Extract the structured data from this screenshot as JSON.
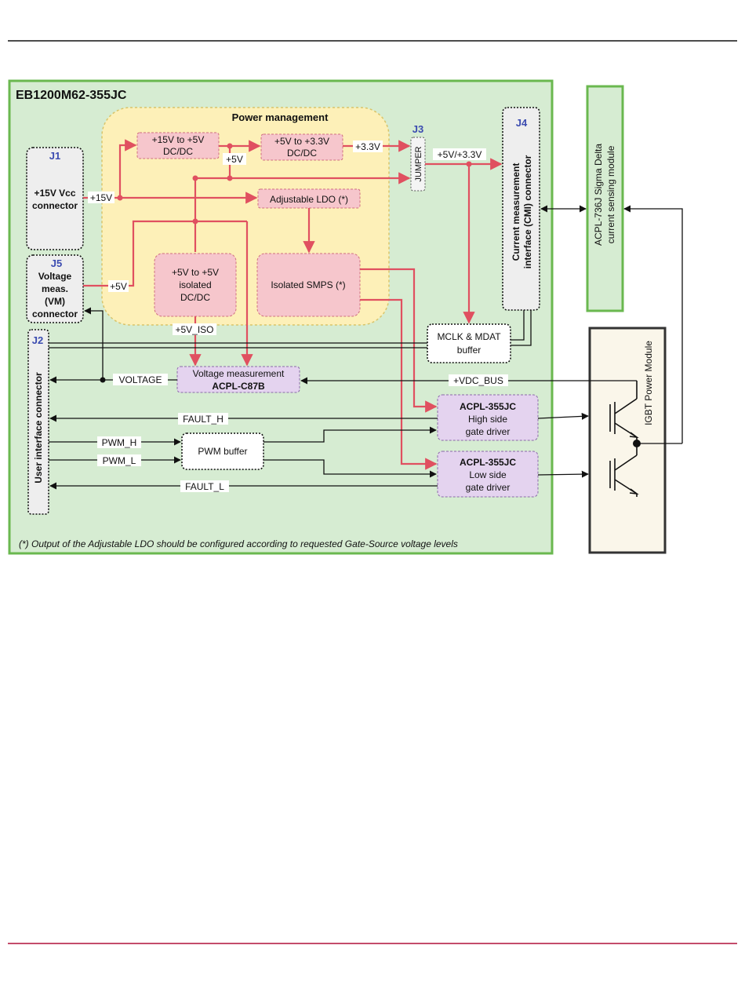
{
  "board": {
    "title": "EB1200M62-355JC",
    "footnote": "(*) Output of the Adjustable LDO should be configured according to requested Gate-Source voltage levels"
  },
  "power_management": {
    "title": "Power management",
    "dcdc_15_5": [
      "+15V to +5V",
      "DC/DC"
    ],
    "dcdc_5_33": [
      "+5V to +3.3V",
      "DC/DC"
    ],
    "ldo": "Adjustable LDO (*)",
    "iso_dcdc": [
      "+5V to +5V",
      "isolated",
      "DC/DC"
    ],
    "smps": "Isolated SMPS (*)"
  },
  "connectors": {
    "j1": {
      "id": "J1",
      "lines": [
        "+15V Vcc",
        "connector"
      ]
    },
    "j5": {
      "id": "J5",
      "lines": [
        "Voltage",
        "meas.",
        "(VM)",
        "connector"
      ]
    },
    "j2": {
      "id": "J2",
      "label": "User interface connector"
    },
    "j3": {
      "id": "J3",
      "label": "JUMPER"
    },
    "j4": {
      "id": "J4",
      "lines": [
        "Current measurement",
        "interface (CMI) connector"
      ]
    }
  },
  "blocks": {
    "mclk": [
      "MCLK & MDAT",
      "buffer"
    ],
    "vmeas": [
      "Voltage measurement",
      "ACPL-C87B"
    ],
    "high_driver": [
      "ACPL-355JC",
      "High side",
      "gate driver"
    ],
    "low_driver": [
      "ACPL-355JC",
      "Low side",
      "gate driver"
    ],
    "pwm_buffer": "PWM buffer"
  },
  "external": {
    "sigma_delta": [
      "ACPL-736J Sigma Delta",
      "current sensing module"
    ],
    "igbt": "IGBT Power Module"
  },
  "signals": {
    "v15": "+15V",
    "v5": "+5V",
    "v5b": "+5V",
    "v33": "+3.3V",
    "v5_33": "+5V/+3.3V",
    "v5iso": "+5V_ISO",
    "voltage": "VOLTAGE",
    "vdcbus": "+VDC_BUS",
    "fault_h": "FAULT_H",
    "fault_l": "FAULT_L",
    "pwm_h": "PWM_H",
    "pwm_l": "PWM_L"
  },
  "colors": {
    "board_fill": "#d6ecd2",
    "board_border": "#6ab84f",
    "power_fill": "#fdf0b8",
    "power_border": "#d8c46a",
    "pink_fill": "#f6c6cc",
    "purple_fill": "#e4d3ef",
    "red_wire": "#e05060",
    "page_accent": "#b0113a"
  }
}
